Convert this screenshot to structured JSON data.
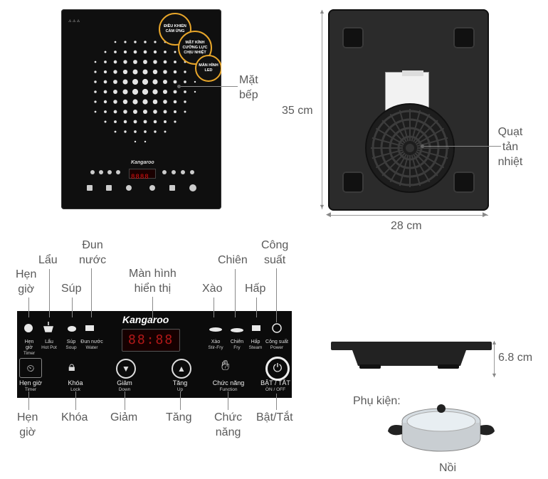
{
  "top_view": {
    "callout_surface": "Mặt\nbếp",
    "features": [
      "ĐIỀU KHIỂN CẢM ỨNG",
      "MẶT KÍNH CƯỜNG LỰC CHỊU NHIỆT",
      "MÀN HÌNH LED"
    ],
    "brand": "Kangaroo"
  },
  "bottom_view": {
    "callout_fan": "Quạt\ntản\nnhiệt",
    "height_label": "35 cm",
    "width_label": "28 cm"
  },
  "side_view": {
    "height_label": "6.8 cm"
  },
  "accessory": {
    "title": "Phụ kiện:",
    "item": "Nồi"
  },
  "panel": {
    "brand": "Kangaroo",
    "display_digits": "88:88",
    "top_buttons": [
      {
        "vi": "Hẹn giờ",
        "en": "Timer"
      },
      {
        "vi": "Lẩu",
        "en": "Hot Pot"
      },
      {
        "vi": "Súp",
        "en": "Soup"
      },
      {
        "vi": "Đun nước",
        "en": "Water"
      },
      {
        "vi": "Xào",
        "en": "Stir-Fry"
      },
      {
        "vi": "Chiên",
        "en": "Fry"
      },
      {
        "vi": "Hấp",
        "en": "Steam"
      },
      {
        "vi": "Công suất",
        "en": "Power"
      }
    ],
    "bottom_buttons": [
      {
        "vi": "Hẹn giờ",
        "en": "Timer"
      },
      {
        "vi": "Khóa",
        "en": "Lock"
      },
      {
        "vi": "Giảm",
        "en": "Down"
      },
      {
        "vi": "Tăng",
        "en": "Up"
      },
      {
        "vi": "Chức năng",
        "en": "Function"
      },
      {
        "vi": "BẬT / TẮT",
        "en": "ON / OFF"
      }
    ]
  },
  "callouts_top": [
    "Hẹn\ngiờ",
    "Lẩu",
    "Súp",
    "Đun\nnước",
    "Màn hình\nhiển thị",
    "Xào",
    "Chiên",
    "Hấp",
    "Công\nsuất"
  ],
  "callouts_bottom": [
    "Hẹn\ngiờ",
    "Khóa",
    "Giảm",
    "Tăng",
    "Chức\nnăng",
    "Bật/Tắt"
  ]
}
